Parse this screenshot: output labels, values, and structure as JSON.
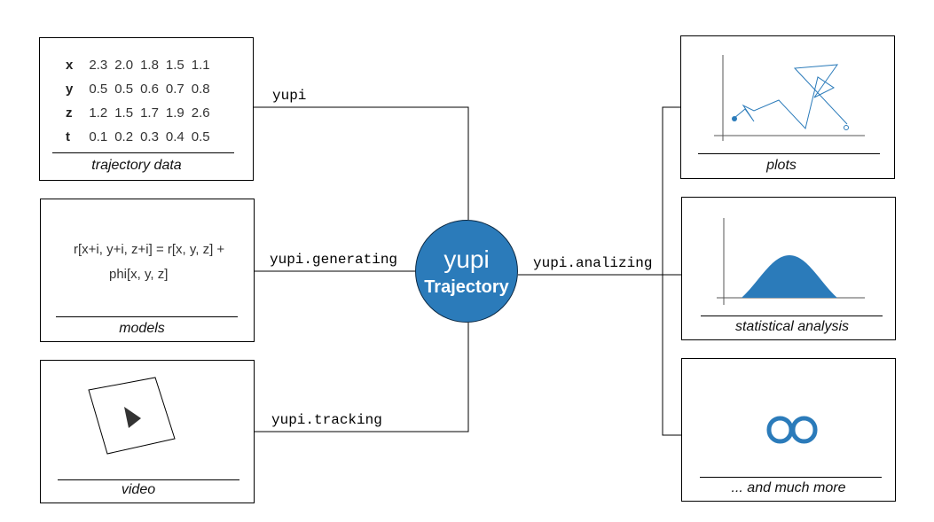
{
  "center": {
    "title": "yupi",
    "subtitle": "Trajectory"
  },
  "inputs": {
    "trajectory": {
      "caption": "trajectory data",
      "module": "yupi",
      "rows": [
        {
          "key": "x",
          "values": [
            "2.3",
            "2.0",
            "1.8",
            "1.5",
            "1.1"
          ]
        },
        {
          "key": "y",
          "values": [
            "0.5",
            "0.5",
            "0.6",
            "0.7",
            "0.8"
          ]
        },
        {
          "key": "z",
          "values": [
            "1.2",
            "1.5",
            "1.7",
            "1.9",
            "2.6"
          ]
        },
        {
          "key": "t",
          "values": [
            "0.1",
            "0.2",
            "0.3",
            "0.4",
            "0.5"
          ]
        }
      ]
    },
    "models": {
      "caption": "models",
      "module": "yupi.generating",
      "formula_line1": "r[x+i, y+i, z+i] = r[x, y, z] +",
      "formula_line2": "phi[x, y, z]"
    },
    "video": {
      "caption": "video",
      "module": "yupi.tracking",
      "icon": "play-icon"
    }
  },
  "outputs": {
    "module": "yupi.analizing",
    "plots": {
      "caption": "plots"
    },
    "stats": {
      "caption": "statistical analysis"
    },
    "more": {
      "caption": "... and much more",
      "icon": "infinity-icon"
    }
  },
  "colors": {
    "accent": "#2b7bba",
    "line": "#000000"
  }
}
